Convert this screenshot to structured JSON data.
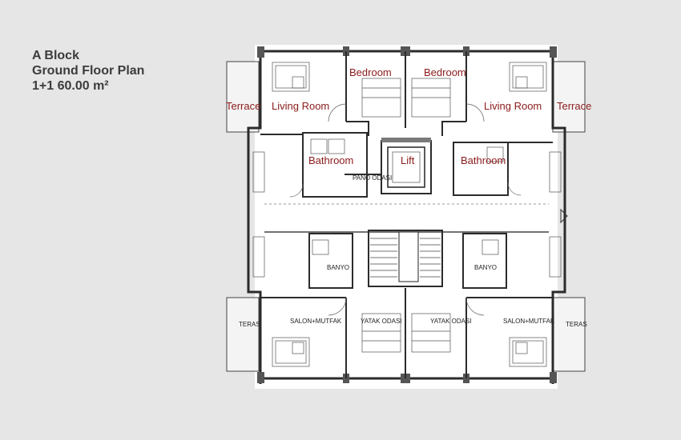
{
  "title": {
    "line1": "A Block",
    "line2": "Ground Floor Plan",
    "line3": "1+1 60.00 m²"
  },
  "labels_en": {
    "terrace_left": "Terrace",
    "living_left": "Living Room",
    "bedroom_left": "Bedroom",
    "bedroom_right": "Bedroom",
    "living_right": "Living Room",
    "terrace_right": "Terrace",
    "bathroom_left": "Bathroom",
    "lift": "Lift",
    "bathroom_right": "Bathroom"
  },
  "labels_tr": {
    "pano_odasi": "PANO ODASI",
    "banyo_left": "BANYO",
    "banyo_right": "BANYO",
    "teras_left": "TERAS",
    "salon_left": "SALON+MUTFAK",
    "yatak_left": "YATAK ODASI",
    "yatak_right": "YATAK ODASI",
    "salon_right": "SALON+MUTFAK",
    "teras_right": "TERAS"
  },
  "colors": {
    "background": "#e6e6e6",
    "label_red": "#8b1a1a",
    "title": "#3c3c3c"
  }
}
